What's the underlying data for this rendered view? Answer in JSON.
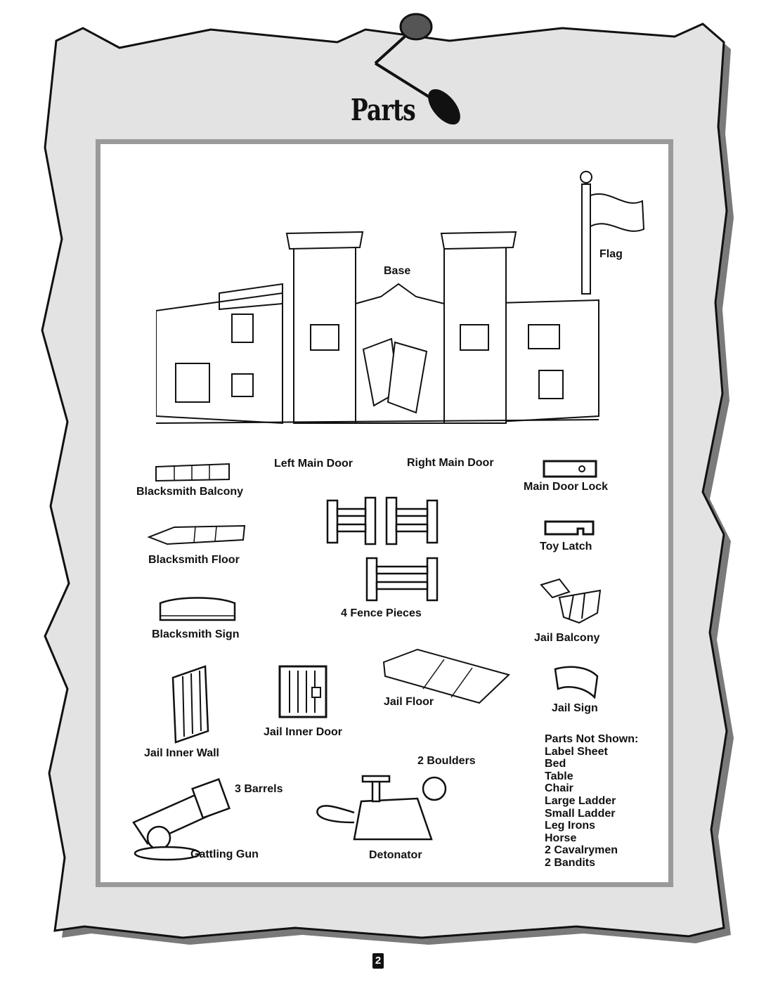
{
  "page": {
    "title": "Parts",
    "page_number": "2"
  },
  "labels": {
    "flag": "Flag",
    "base": "Base",
    "left_main_door": "Left Main Door",
    "right_main_door": "Right Main Door",
    "blacksmith_balcony": "Blacksmith Balcony",
    "main_door_lock": "Main Door Lock",
    "blacksmith_floor": "Blacksmith Floor",
    "toy_latch": "Toy Latch",
    "fence_pieces": "4 Fence Pieces",
    "blacksmith_sign": "Blacksmith Sign",
    "jail_balcony": "Jail Balcony",
    "jail_floor": "Jail Floor",
    "jail_sign": "Jail Sign",
    "jail_inner_door": "Jail Inner Door",
    "jail_inner_wall": "Jail Inner Wall",
    "boulders": "2 Boulders",
    "barrels": "3 Barrels",
    "gattling_gun": "Gattling Gun",
    "detonator": "Detonator"
  },
  "parts_not_shown": {
    "heading": "Parts Not Shown:",
    "items": [
      "Label Sheet",
      "Bed",
      "Table",
      "Chair",
      "Large Ladder",
      "Small Ladder",
      "Leg Irons",
      "Horse",
      "2 Cavalrymen",
      "2 Bandits"
    ]
  }
}
